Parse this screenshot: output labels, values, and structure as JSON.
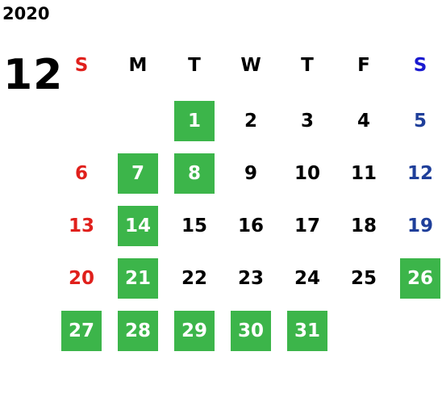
{
  "year": "2020",
  "month": "12",
  "weekdays": [
    {
      "label": "S",
      "color": "#e0201c"
    },
    {
      "label": "M",
      "color": "#000000"
    },
    {
      "label": "T",
      "color": "#000000"
    },
    {
      "label": "W",
      "color": "#000000"
    },
    {
      "label": "T",
      "color": "#000000"
    },
    {
      "label": "F",
      "color": "#000000"
    },
    {
      "label": "S",
      "color": "#1a1ad0"
    }
  ],
  "colors": {
    "highlight_bg": "#3cb54a",
    "highlight_text": "#ffffff",
    "sunday": "#e0201c",
    "saturday": "#1f3f9a",
    "weekday": "#000000"
  },
  "days": [
    {
      "label": "1",
      "highlighted": true
    },
    {
      "label": "2",
      "highlighted": false
    },
    {
      "label": "3",
      "highlighted": false
    },
    {
      "label": "4",
      "highlighted": false
    },
    {
      "label": "5",
      "highlighted": false
    },
    {
      "label": "6",
      "highlighted": false
    },
    {
      "label": "7",
      "highlighted": true
    },
    {
      "label": "8",
      "highlighted": true
    },
    {
      "label": "9",
      "highlighted": false
    },
    {
      "label": "10",
      "highlighted": false
    },
    {
      "label": "11",
      "highlighted": false
    },
    {
      "label": "12",
      "highlighted": false
    },
    {
      "label": "13",
      "highlighted": false
    },
    {
      "label": "14",
      "highlighted": true
    },
    {
      "label": "15",
      "highlighted": false
    },
    {
      "label": "16",
      "highlighted": false
    },
    {
      "label": "17",
      "highlighted": false
    },
    {
      "label": "18",
      "highlighted": false
    },
    {
      "label": "19",
      "highlighted": false
    },
    {
      "label": "20",
      "highlighted": false
    },
    {
      "label": "21",
      "highlighted": true
    },
    {
      "label": "22",
      "highlighted": false
    },
    {
      "label": "23",
      "highlighted": false
    },
    {
      "label": "24",
      "highlighted": false
    },
    {
      "label": "25",
      "highlighted": false
    },
    {
      "label": "26",
      "highlighted": true
    },
    {
      "label": "27",
      "highlighted": true
    },
    {
      "label": "28",
      "highlighted": true
    },
    {
      "label": "29",
      "highlighted": true
    },
    {
      "label": "30",
      "highlighted": true
    },
    {
      "label": "31",
      "highlighted": true
    }
  ]
}
